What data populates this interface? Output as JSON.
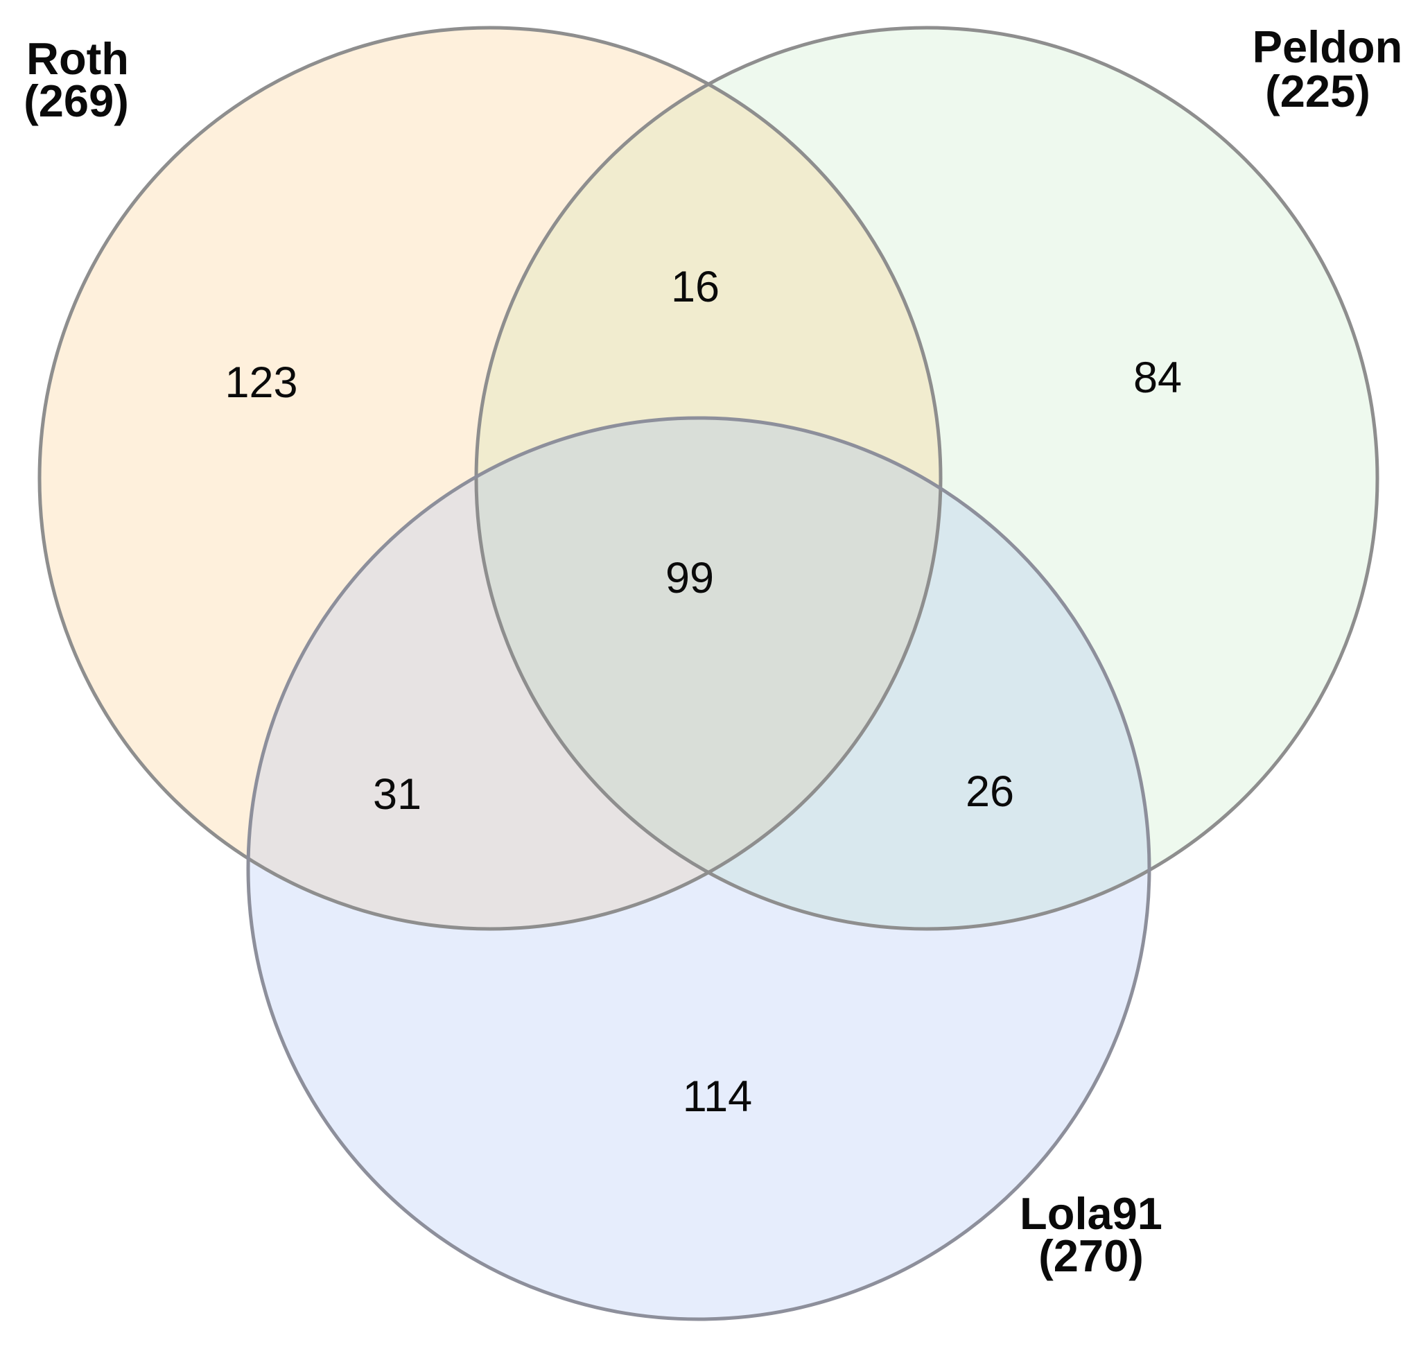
{
  "chart_data": {
    "type": "venn",
    "title": "",
    "sets": [
      {
        "id": "A",
        "name": "Roth",
        "total": 269,
        "total_label": "(269)",
        "color": "#fef0dc"
      },
      {
        "id": "B",
        "name": "Peldon",
        "total": 225,
        "total_label": "(225)",
        "color": "#eef9ee"
      },
      {
        "id": "C",
        "name": "Lola91",
        "total": 270,
        "total_label": "(270)",
        "color": "#e6edfc"
      }
    ],
    "regions": [
      {
        "sets": [
          "Roth"
        ],
        "value": 123,
        "label": "123",
        "color": "#fef0dc"
      },
      {
        "sets": [
          "Peldon"
        ],
        "value": 84,
        "label": "84",
        "color": "#eef9ee"
      },
      {
        "sets": [
          "Lola91"
        ],
        "value": 114,
        "label": "114",
        "color": "#e6edfc"
      },
      {
        "sets": [
          "Roth",
          "Peldon"
        ],
        "value": 16,
        "label": "16",
        "color": "#f1eccf"
      },
      {
        "sets": [
          "Roth",
          "Lola91"
        ],
        "value": 31,
        "label": "31",
        "color": "#e7e3e3"
      },
      {
        "sets": [
          "Peldon",
          "Lola91"
        ],
        "value": 26,
        "label": "26",
        "color": "#d9e8ee"
      },
      {
        "sets": [
          "Roth",
          "Peldon",
          "Lola91"
        ],
        "value": 99,
        "label": "99",
        "color": "#d9ded8"
      }
    ],
    "stroke_color": "#8e8e8e"
  },
  "labels": {
    "roth": {
      "name": "Roth",
      "total": "(269)"
    },
    "peldon": {
      "name": "Peldon",
      "total": "(225)"
    },
    "lola91": {
      "name": "Lola91",
      "total": "(270)"
    }
  },
  "counts": {
    "roth_only": "123",
    "peldon_only": "84",
    "lola91_only": "114",
    "roth_peldon": "16",
    "roth_lola91": "31",
    "peldon_lola91": "26",
    "all_three": "99"
  }
}
